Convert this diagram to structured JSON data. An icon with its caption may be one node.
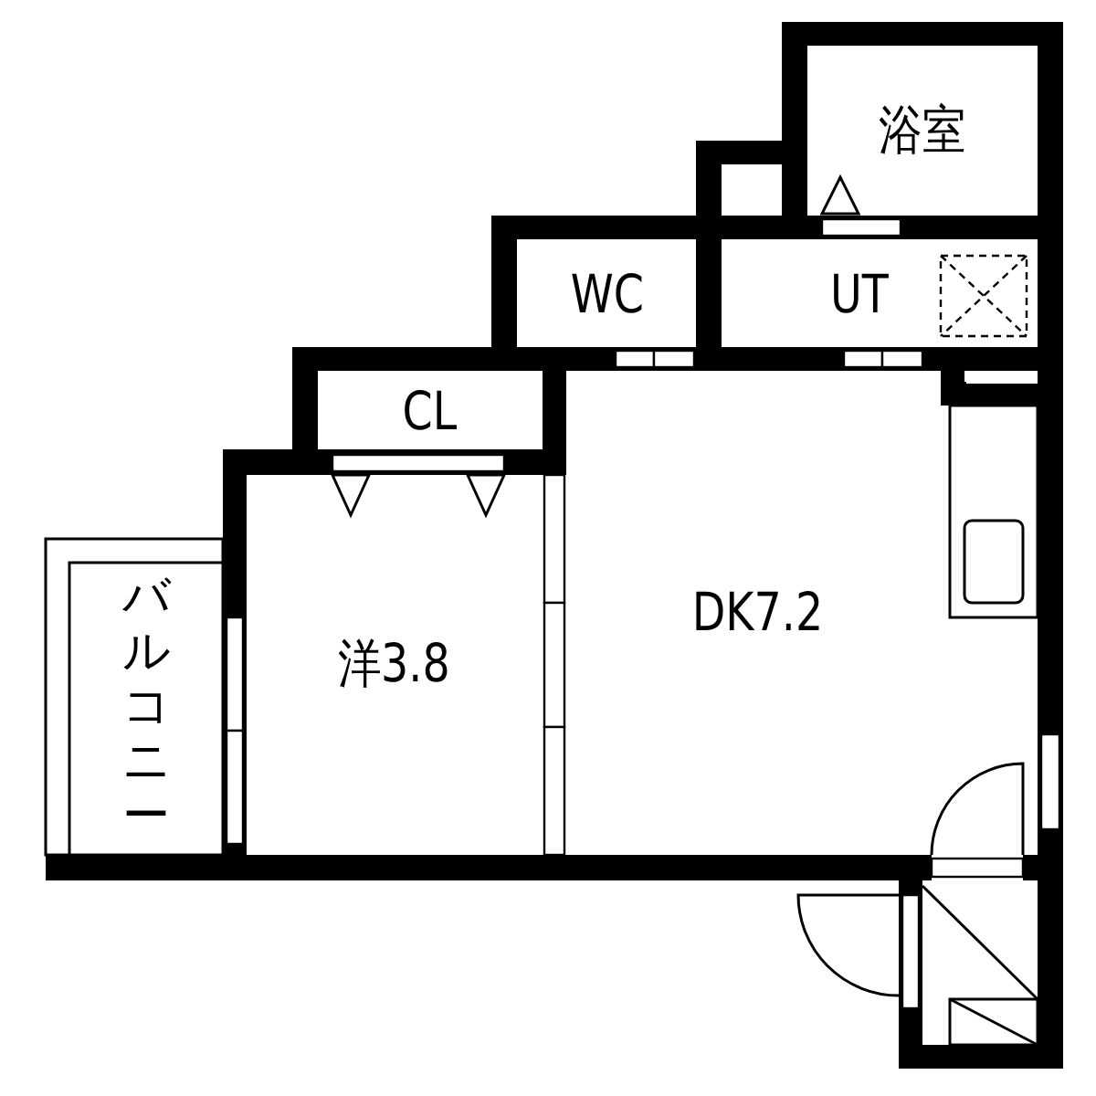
{
  "diagram": {
    "nodes": [
      {
        "text": [
          "浴室"
        ]
      },
      {
        "text": [
          "WC"
        ]
      },
      {
        "text": [
          "UT"
        ]
      },
      {
        "text": [
          "CL"
        ]
      },
      {
        "text": [
          "バルコニー"
        ]
      },
      {
        "text": [
          "洋3.8"
        ]
      },
      {
        "text": [
          "DK7.2"
        ]
      }
    ]
  }
}
